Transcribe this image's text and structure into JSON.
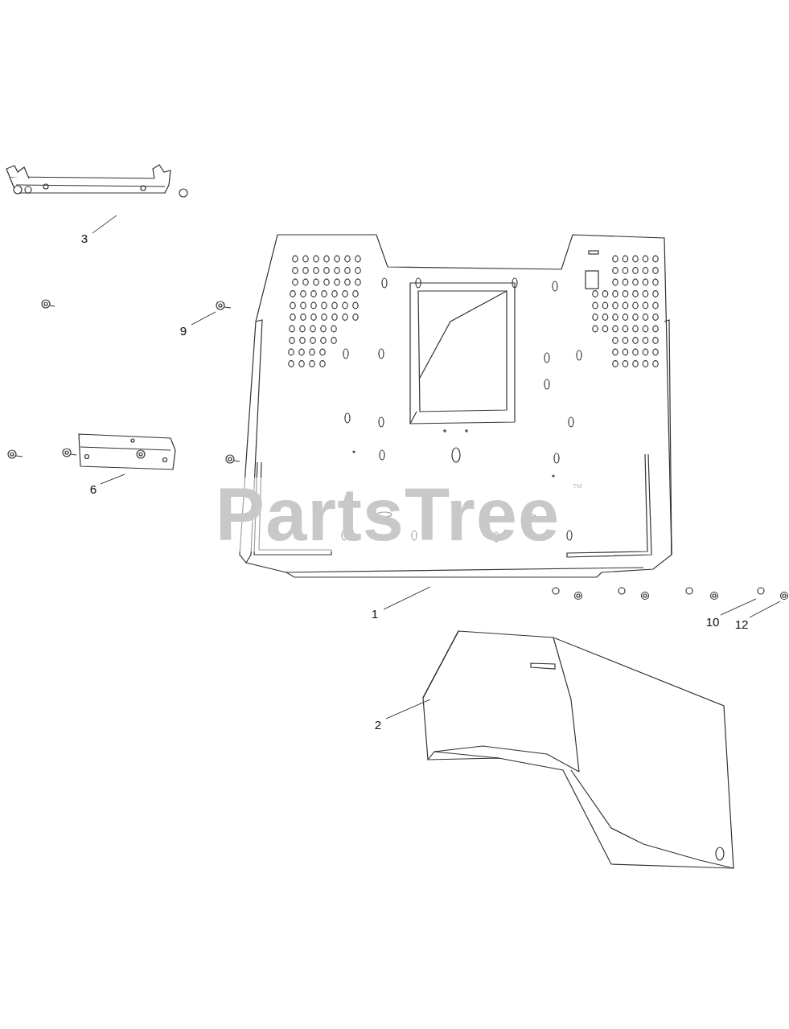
{
  "diagram": {
    "labels": [
      "3",
      "9",
      "6",
      "1",
      "10",
      "12",
      "2",
      "PartsTree",
      "™"
    ]
  }
}
